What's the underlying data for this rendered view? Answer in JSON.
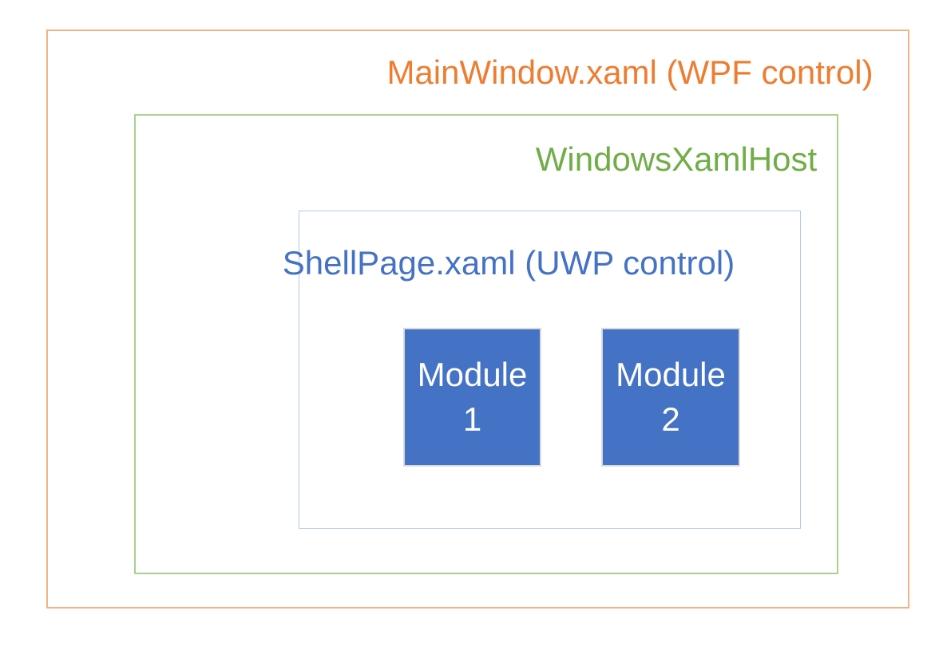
{
  "colors": {
    "wpf_label": "#ED7D31",
    "wpf_border": "#F4B183",
    "host_label": "#70AD47",
    "host_border": "#A9D18E",
    "shell_label": "#4472C4",
    "shell_border": "#B4C7E7",
    "module_fill": "#4472C4",
    "module_border": "#D9D9D9",
    "module_text": "#FFFFFF",
    "background": "#FFFFFF"
  },
  "diagram": {
    "wpf_window": {
      "label": "MainWindow.xaml (WPF control)"
    },
    "xaml_host": {
      "label": "WindowsXamlHost"
    },
    "shell_page": {
      "label": "ShellPage.xaml (UWP control)"
    },
    "modules": [
      {
        "line1": "Module",
        "line2": "1"
      },
      {
        "line1": "Module",
        "line2": "2"
      }
    ]
  }
}
